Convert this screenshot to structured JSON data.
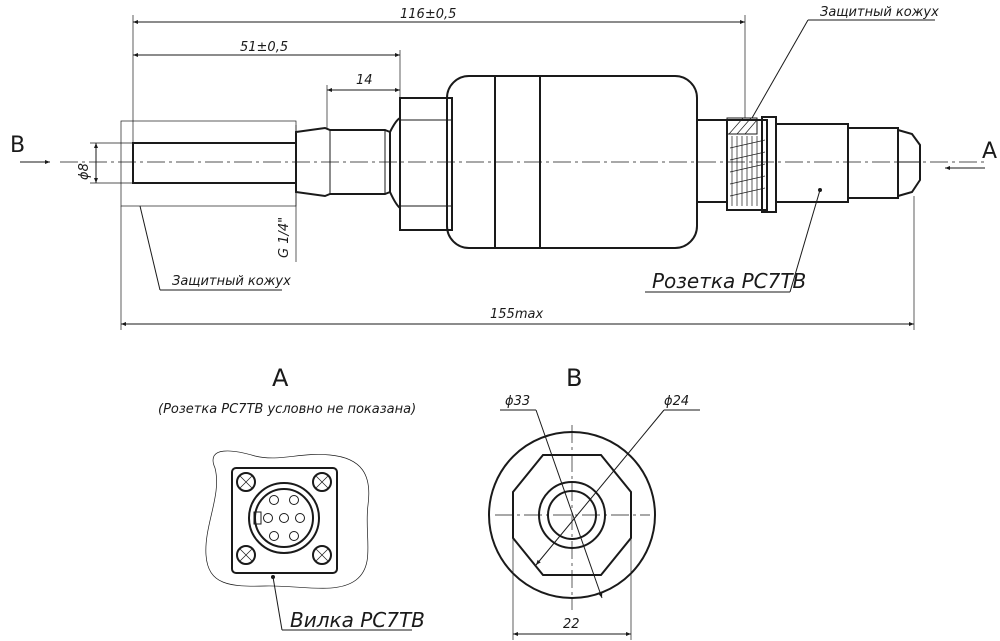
{
  "dimensions": {
    "overall_116": "116±0,5",
    "d_51": "51±0,5",
    "d_14": "14",
    "d_phi8": "ϕ8",
    "thread": "G 1/4\"",
    "d_155": "155max",
    "d_phi33": "ϕ33",
    "d_phi24": "ϕ24",
    "d_22": "22"
  },
  "labels": {
    "view_b_arrow": "B",
    "view_a_arrow": "A",
    "cover_top": "Защитный кожух",
    "cover_bottom": "Защитный кожух",
    "socket": "Розетка РС7ТВ",
    "plug": "Вилка РС7ТВ"
  },
  "views": {
    "view_a_title": "А",
    "view_a_note": "(Розетка РС7ТВ условно не показана)",
    "view_b_title": "B"
  },
  "colors": {
    "ink": "#1a1a1a",
    "paper": "#ffffff"
  }
}
